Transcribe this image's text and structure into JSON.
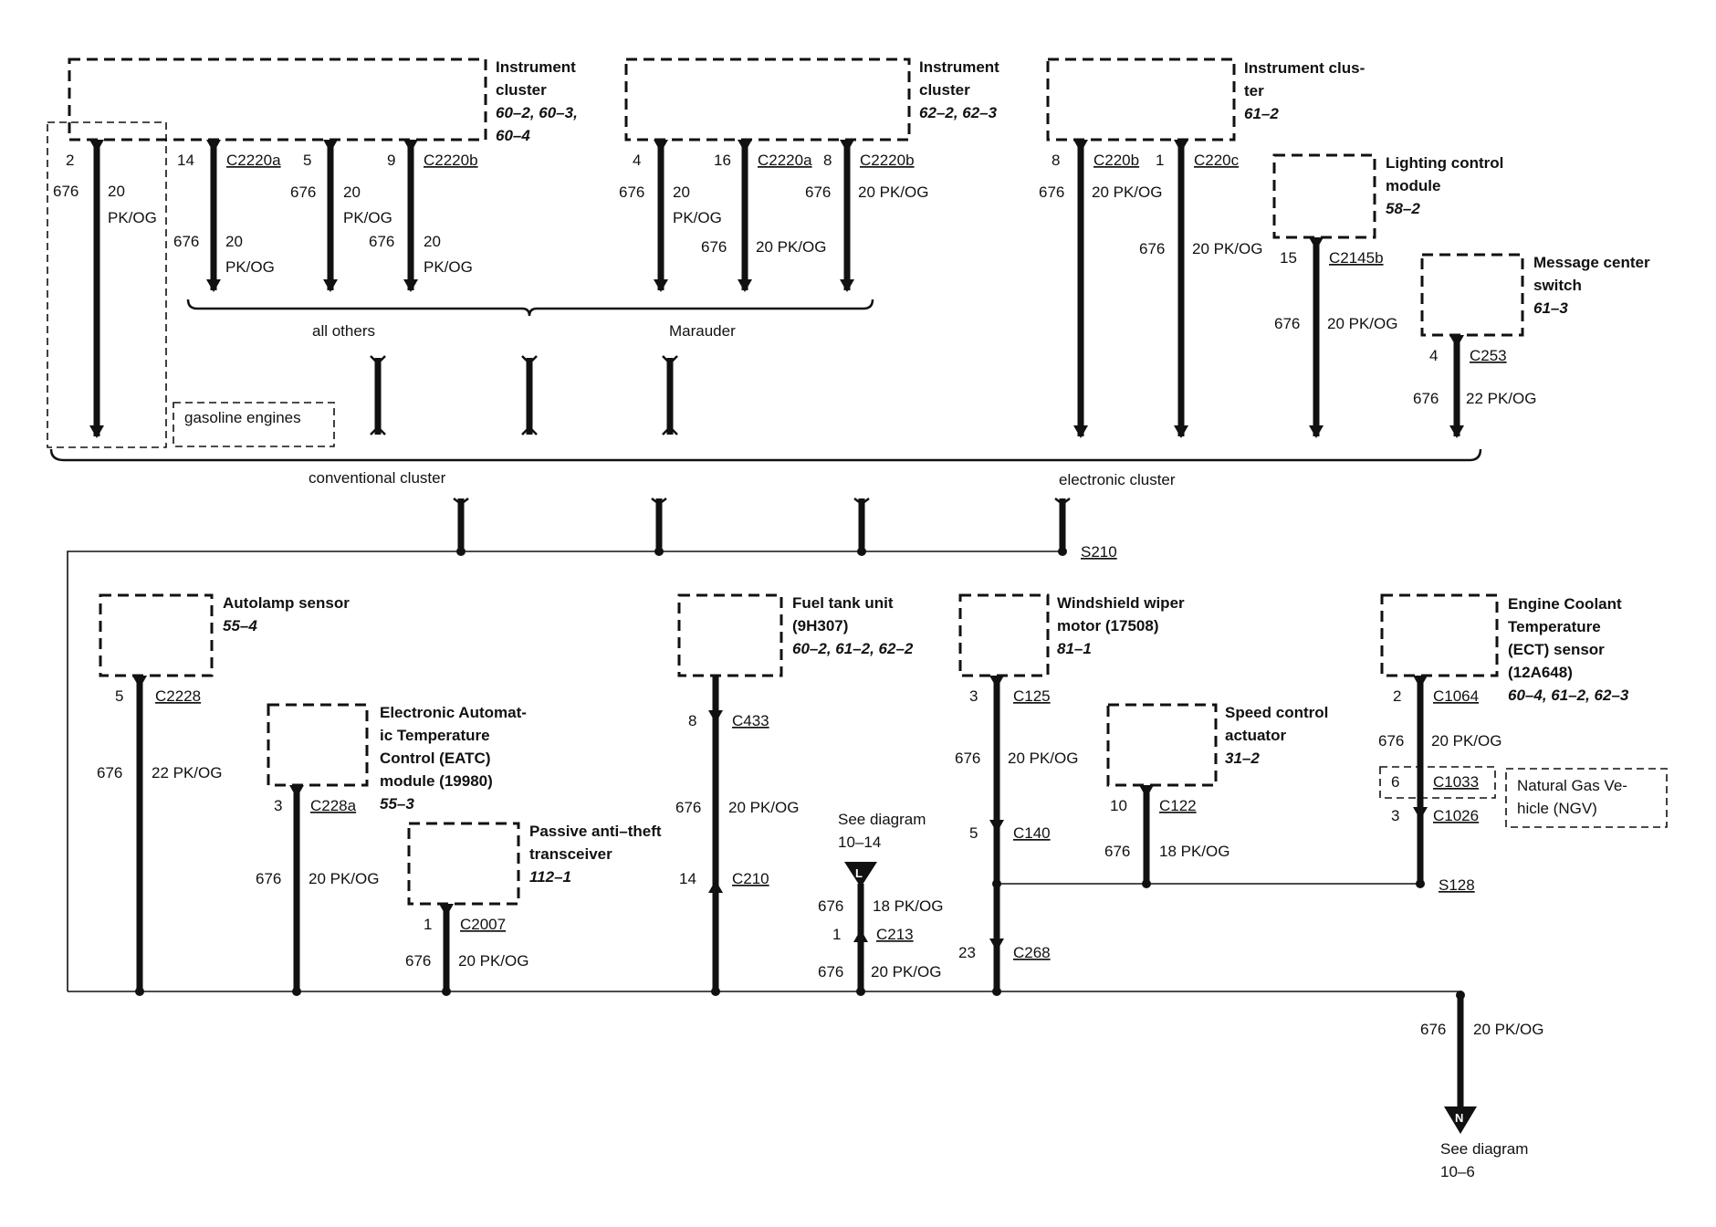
{
  "text": {
    "ic1_t1": "Instrument",
    "ic1_t2": "cluster",
    "ic1_r1": "60–2,  60–3,",
    "ic1_r2": "60–4",
    "ic2_t1": "Instrument",
    "ic2_t2": "cluster",
    "ic2_r1": "62–2, 62–3",
    "ic3_t1": "Instrument clus-",
    "ic3_t2": "ter",
    "ic3_r1": "61–2",
    "lcm_t1": "Lighting control",
    "lcm_t2": "module",
    "lcm_r1": "58–2",
    "mcs_t1": "Message center",
    "mcs_t2": "switch",
    "mcs_r1": "61–3",
    "w1_pin": "2",
    "w1_cir": "676",
    "w1_g1": "20",
    "w1_g2": "PK/OG",
    "w2_pin": "14",
    "w2_conn": "C2220a",
    "w2_cir": "676",
    "w2_g1": "20",
    "w2_g2": "PK/OG",
    "w3_pin": "5",
    "w3_cir": "676",
    "w3_g1": "20",
    "w3_g2": "PK/OG",
    "w4_pin": "9",
    "w4_conn": "C2220b",
    "w4_cir": "676",
    "w4_g1": "20",
    "w4_g2": "PK/OG",
    "w5_pin": "4",
    "w5_cir": "676",
    "w5_g1": "20",
    "w5_g2": "PK/OG",
    "w6_pin": "16",
    "w6_conn": "C2220a",
    "w6_cir": "676",
    "w6_gauge": "20 PK/OG",
    "w7_pin": "8",
    "w7_conn": "C2220b",
    "w7_cir": "676",
    "w7_gauge": "20 PK/OG",
    "w8_pin": "8",
    "w8_conn": "C220b",
    "w8_cir": "676",
    "w8_gauge": "20 PK/OG",
    "w9_pin": "1",
    "w9_conn": "C220c",
    "w9_cir": "676",
    "w9_gauge": "20 PK/OG",
    "w10_pin": "15",
    "w10_conn": "C2145b",
    "w10_cir": "676",
    "w10_gauge": "20 PK/OG",
    "w11_pin": "4",
    "w11_conn": "C253",
    "w11_cir": "676",
    "w11_gauge": "22 PK/OG",
    "all_others": "all others",
    "marauder": "Marauder",
    "gas_engines": "gasoline engines",
    "conv_cluster": "conventional cluster",
    "elec_cluster": "electronic cluster",
    "s210": "S210",
    "auto_t1": "Autolamp sensor",
    "auto_r1": "55–4",
    "auto_pin": "5",
    "auto_conn": "C2228",
    "auto_cir": "676",
    "auto_gauge": "22 PK/OG",
    "eatc_t1": "Electronic Automat-",
    "eatc_t2": "ic Temperature",
    "eatc_t3": "Control (EATC)",
    "eatc_t4": "module (19980)",
    "eatc_r1": "55–3",
    "eatc_pin": "3",
    "eatc_conn": "C228a",
    "eatc_cir": "676",
    "eatc_gauge": "20 PK/OG",
    "pats_t1": "Passive anti–theft",
    "pats_t2": "transceiver",
    "pats_r1": "112–1",
    "pats_pin": "1",
    "pats_conn": "C2007",
    "pats_cir": "676",
    "pats_gauge": "20 PK/OG",
    "fuel_t1": "Fuel tank unit",
    "fuel_t2": "(9H307)",
    "fuel_r1": "60–2,  61–2, 62–2",
    "fuel_pin1": "8",
    "fuel_conn1": "C433",
    "fuel_cir": "676",
    "fuel_gauge": "20 PK/OG",
    "fuel_pin2": "14",
    "fuel_conn2": "C210",
    "see1_a": "See diagram",
    "see1_b": "10–14",
    "see1_flag": "L",
    "see1_cir": "676",
    "see1_gauge": "18 PK/OG",
    "see1_pin": "1",
    "see1_conn": "C213",
    "see1_cir2": "676",
    "see1_gauge2": "20 PK/OG",
    "wiper_t1": "Windshield wiper",
    "wiper_t2": "motor (17508)",
    "wiper_r1": "81–1",
    "wiper_pin1": "3",
    "wiper_conn1": "C125",
    "wiper_cir": "676",
    "wiper_gauge": "20 PK/OG",
    "wiper_pin2": "5",
    "wiper_conn2": "C140",
    "wiper_pin3": "23",
    "wiper_conn3": "C268",
    "speed_t1": "Speed control",
    "speed_t2": "actuator",
    "speed_r1": "31–2",
    "speed_pin": "10",
    "speed_conn": "C122",
    "speed_cir": "676",
    "speed_gauge": "18 PK/OG",
    "ect_t1": "Engine Coolant",
    "ect_t2": "Temperature",
    "ect_t3": "(ECT) sensor",
    "ect_t4": "(12A648)",
    "ect_r1": "60–4, 61–2, 62–3",
    "ect_pin1": "2",
    "ect_conn1": "C1064",
    "ect_cir": "676",
    "ect_gauge": "20 PK/OG",
    "ect_pin2": "6",
    "ect_conn2": "C1033",
    "ect_pin3": "3",
    "ect_conn3": "C1026",
    "ngv_1": "Natural Gas Ve-",
    "ngv_2": "hicle (NGV)",
    "s128": "S128",
    "out_cir": "676",
    "out_gauge": "20 PK/OG",
    "see2_flag": "N",
    "see2_a": "See diagram",
    "see2_b": "10–6"
  }
}
